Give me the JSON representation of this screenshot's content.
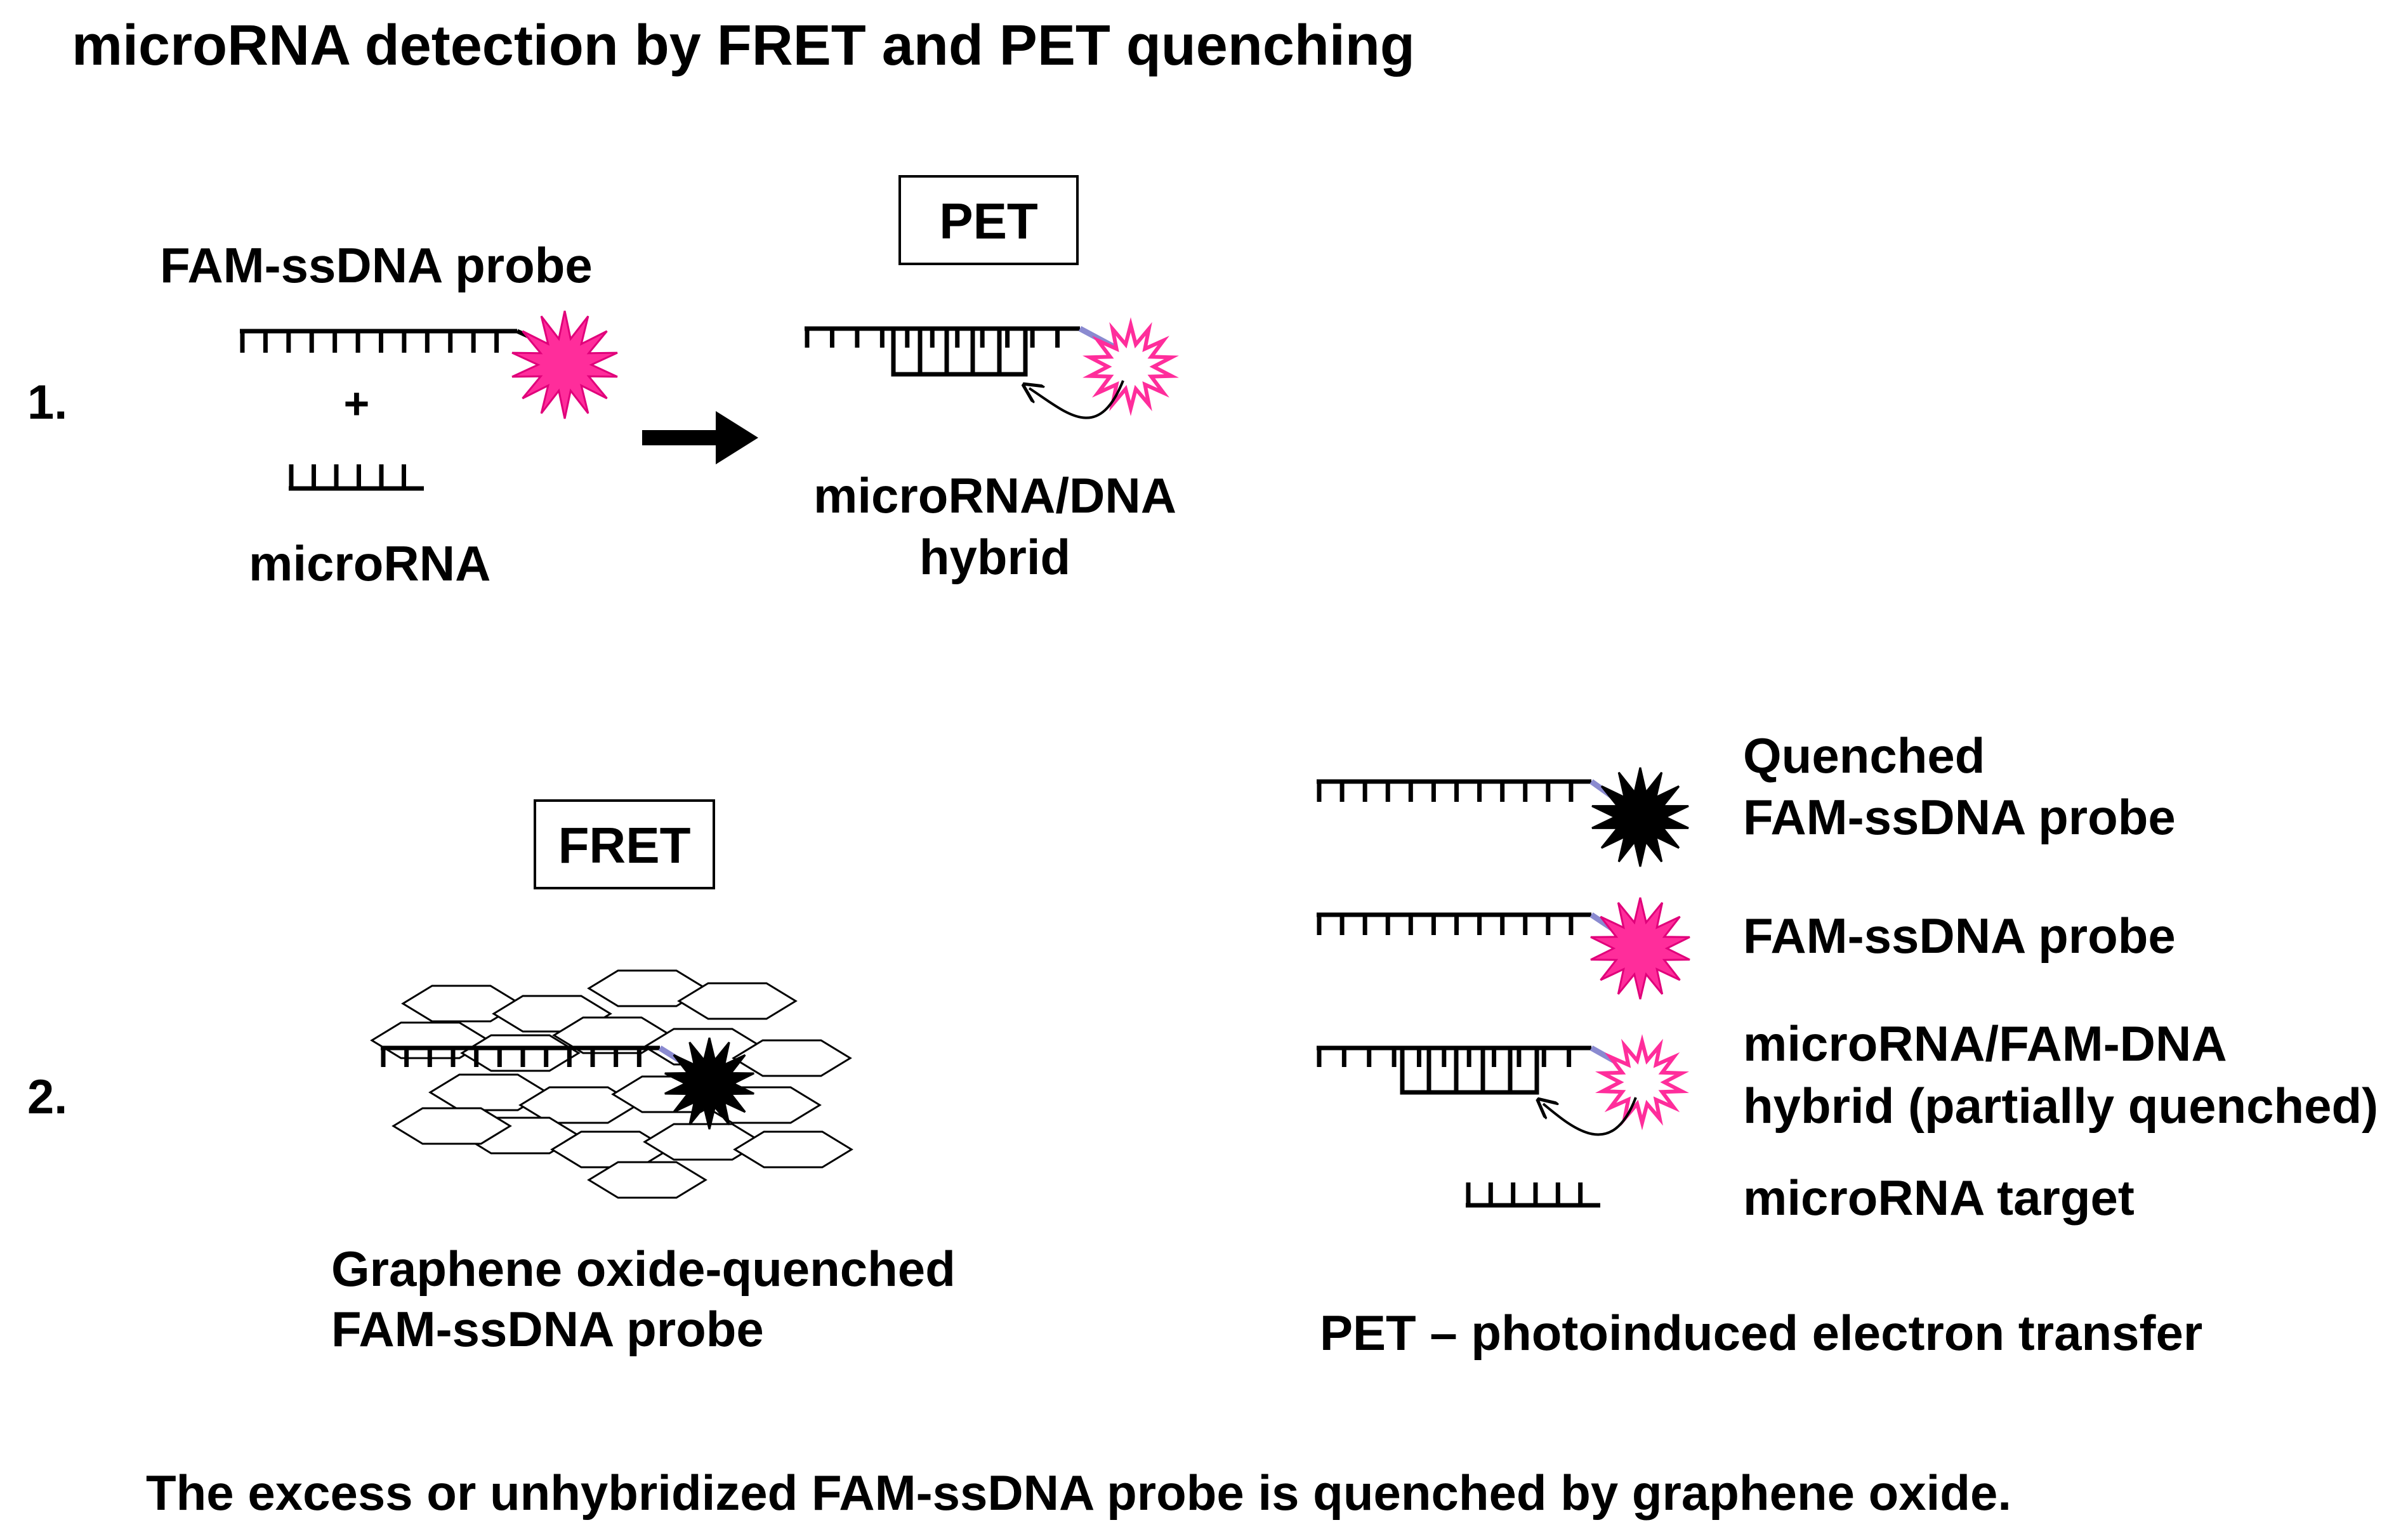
{
  "title": "microRNA detection by FRET and PET quenching",
  "step1": {
    "number": "1.",
    "probe_label": "FAM-ssDNA probe",
    "plus_sign": "+",
    "microrna_label": "microRNA",
    "pet_box_label": "PET",
    "hybrid_label_line1": "microRNA/DNA",
    "hybrid_label_line2": "hybrid"
  },
  "step2": {
    "number": "2.",
    "fret_box_label": "FRET",
    "graphene_label_line1": "Graphene oxide-quenched",
    "graphene_label_line2": "FAM-ssDNA probe"
  },
  "legend": {
    "quenched_line1": "Quenched",
    "quenched_line2": "FAM-ssDNA probe",
    "probe": "FAM-ssDNA probe",
    "hybrid_line1": "microRNA/FAM-DNA",
    "hybrid_line2": "hybrid (partially quenched)",
    "target": "microRNA target",
    "pet_definition": "PET – photoinduced electron transfer"
  },
  "footer_note": "The excess or unhybridized FAM-ssDNA probe is quenched by graphene oxide.",
  "colors": {
    "fluorescent_fam": "#ff2d9b",
    "quenched_fam": "#000000",
    "linker": "#8a8ad0",
    "strand": "#000000"
  }
}
